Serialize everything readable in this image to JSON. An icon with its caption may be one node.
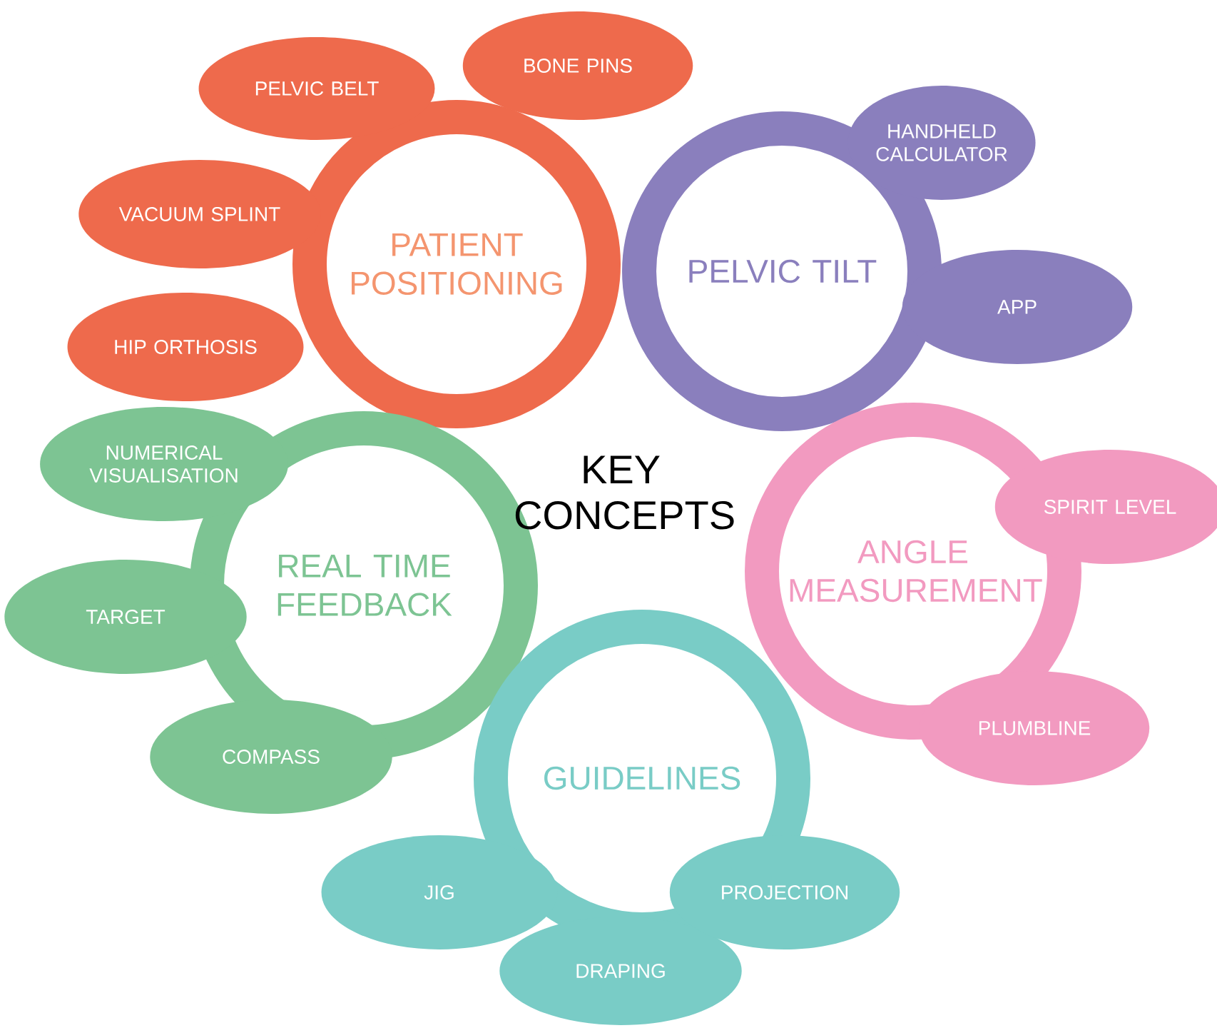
{
  "diagram": {
    "nodes": [
      {
        "text": [
          "PATIENT POSITIONING"
        ]
      },
      {
        "text": [
          "PELVIC BELT"
        ]
      },
      {
        "text": [
          "BONE PINS"
        ]
      },
      {
        "text": [
          "VACUUM SPLINT"
        ]
      },
      {
        "text": [
          "HIP ORTHOSIS"
        ]
      },
      {
        "text": [
          "PELVIC TILT"
        ]
      },
      {
        "text": [
          "HANDHELD CALCULATOR"
        ]
      },
      {
        "text": [
          "APP"
        ]
      },
      {
        "text": [
          "REAL TIME FEEDBACK"
        ]
      },
      {
        "text": [
          "NUMERICAL VISUALISATION"
        ]
      },
      {
        "text": [
          "TARGET"
        ]
      },
      {
        "text": [
          "COMPASS"
        ]
      },
      {
        "text": [
          "ANGLE MEASUREMENT"
        ]
      },
      {
        "text": [
          "SPIRIT LEVEL"
        ]
      },
      {
        "text": [
          "PLUMBLINE"
        ]
      },
      {
        "text": [
          "GUIDELINES"
        ]
      },
      {
        "text": [
          "JIG"
        ]
      },
      {
        "text": [
          "DRAPING"
        ]
      },
      {
        "text": [
          "PROJECTION"
        ]
      }
    ],
    "labels": [
      "KEY CONCEPTS"
    ]
  }
}
